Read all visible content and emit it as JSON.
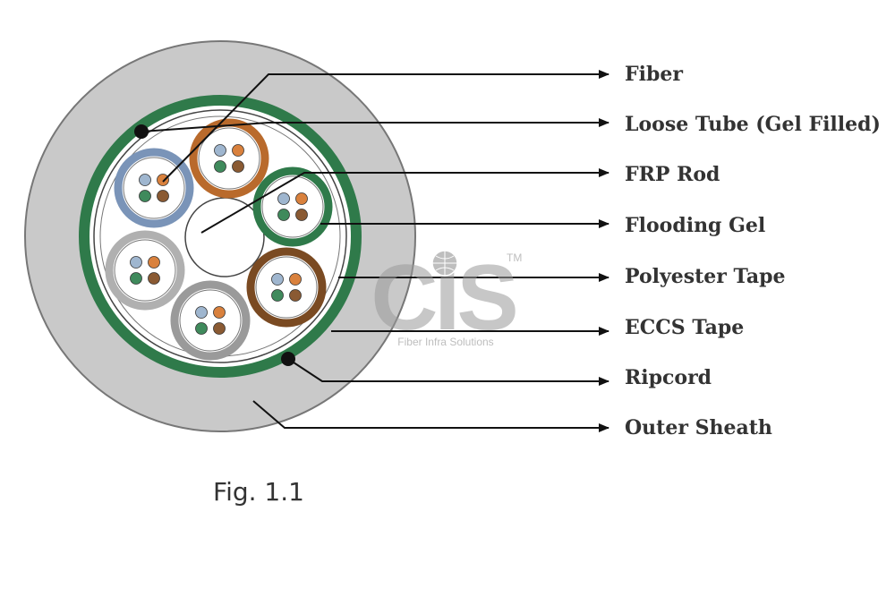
{
  "diagram": {
    "labels": [
      "Fiber",
      "Loose Tube (Gel Filled)",
      "FRP Rod",
      "Flooding Gel",
      "Polyester Tape",
      "ECCS Tape",
      "Ripcord",
      "Outer Sheath"
    ],
    "caption": "Fig. 1.1"
  },
  "watermark": {
    "brand": "CIS",
    "tagline": "Fiber Infra Solutions",
    "trademark": "TM"
  },
  "colors": {
    "outer_sheath": "#c9c9c9",
    "eccs_tape": "#2f7a4a",
    "tube_orange": "#b96a2c",
    "tube_green": "#2f7a4a",
    "tube_blue": "#7a94b8",
    "tube_brown": "#7a4a22",
    "tube_gray": "#9a9a9a",
    "fiber_blue": "#9fb6cf",
    "fiber_orange": "#d9813d",
    "fiber_green": "#3f8a5c",
    "fiber_brown": "#8a5a33",
    "leader_line": "#111111"
  }
}
